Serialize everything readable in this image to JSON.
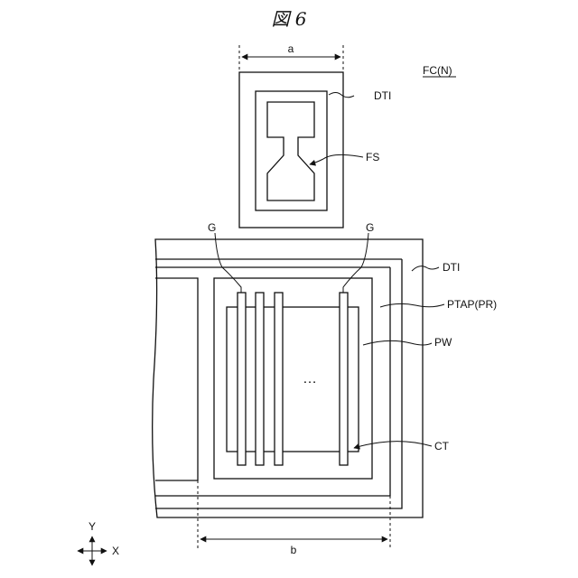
{
  "figure": {
    "title": "図 6",
    "corner_label": "FC(N)"
  },
  "labels": {
    "dim_a": "a",
    "dim_b": "b",
    "dti_top": "DTI",
    "fs": "FS",
    "g_left": "G",
    "g_right": "G",
    "dti_main": "DTI",
    "ptap": "PTAP(PR)",
    "pw": "PW",
    "ct": "CT",
    "dots": "…",
    "axis_y": "Y",
    "axis_x": "X"
  }
}
